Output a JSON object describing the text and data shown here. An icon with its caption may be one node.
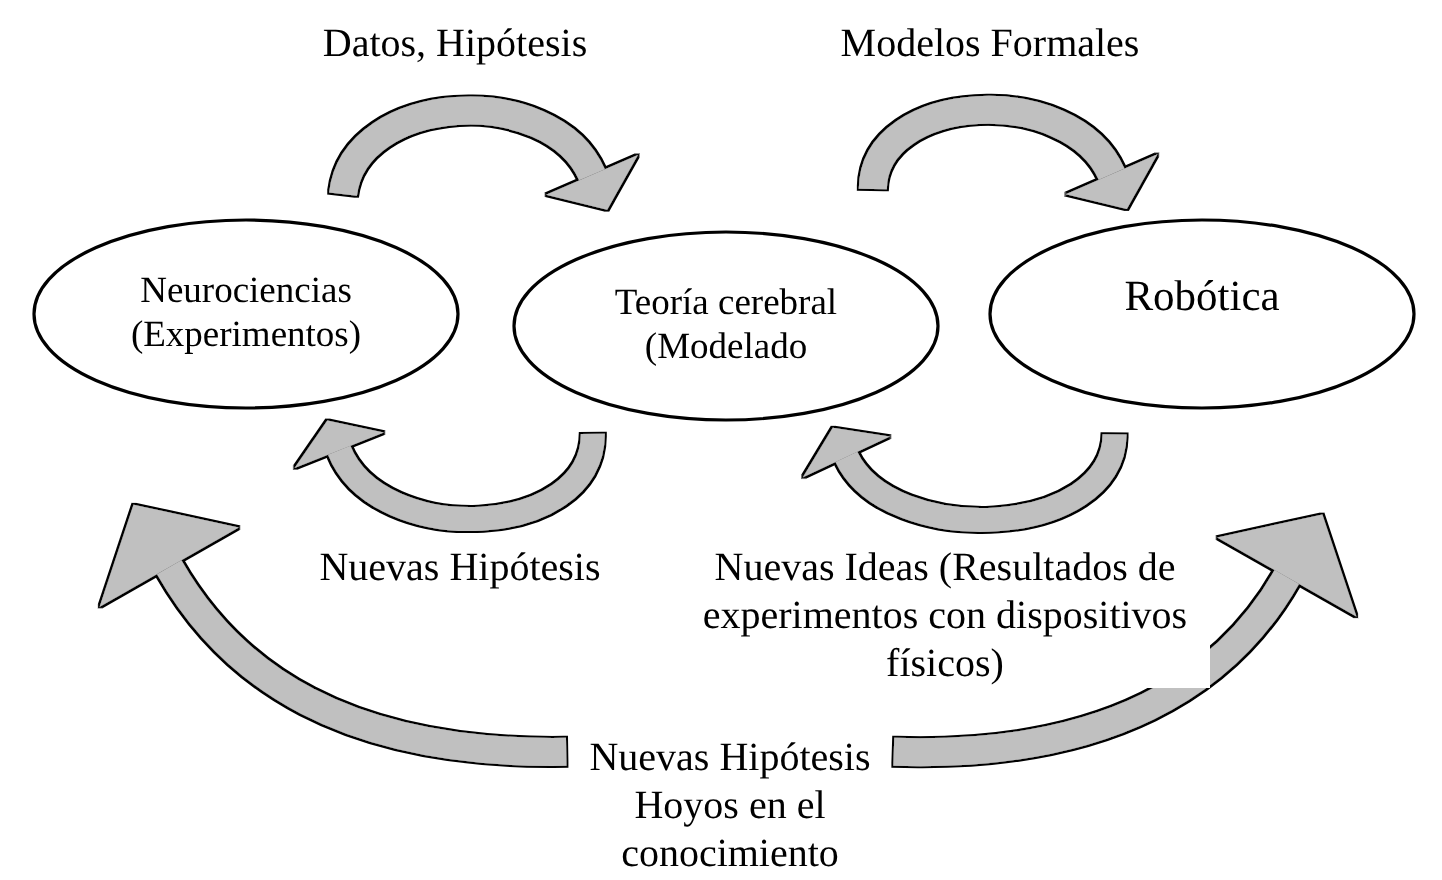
{
  "diagram": {
    "nodes": [
      {
        "text": [
          "Neurociencias (Experimentos)"
        ]
      },
      {
        "text": [
          "Teoría cerebral (Modelado"
        ]
      },
      {
        "text": [
          "Robótica"
        ]
      },
      {
        "text": [
          "Nuevas Hipótesis Hoyos en el conocimiento"
        ]
      }
    ],
    "edges": [
      {
        "from": 0,
        "to": 1,
        "arrow": "to",
        "label": "Datos, Hipótesis"
      },
      {
        "from": 1,
        "to": 2,
        "arrow": "to",
        "label": "Modelos Formales"
      },
      {
        "from": 1,
        "to": 0,
        "arrow": "to",
        "label": "Nuevas Hipótesis"
      },
      {
        "from": 2,
        "to": 1,
        "arrow": "to",
        "label": "Nuevas Ideas (Resultados de experimentos con dispositivos físicos)"
      },
      {
        "from": 3,
        "to": 0,
        "arrow": "to"
      },
      {
        "from": 3,
        "to": 2,
        "arrow": "to"
      }
    ]
  }
}
